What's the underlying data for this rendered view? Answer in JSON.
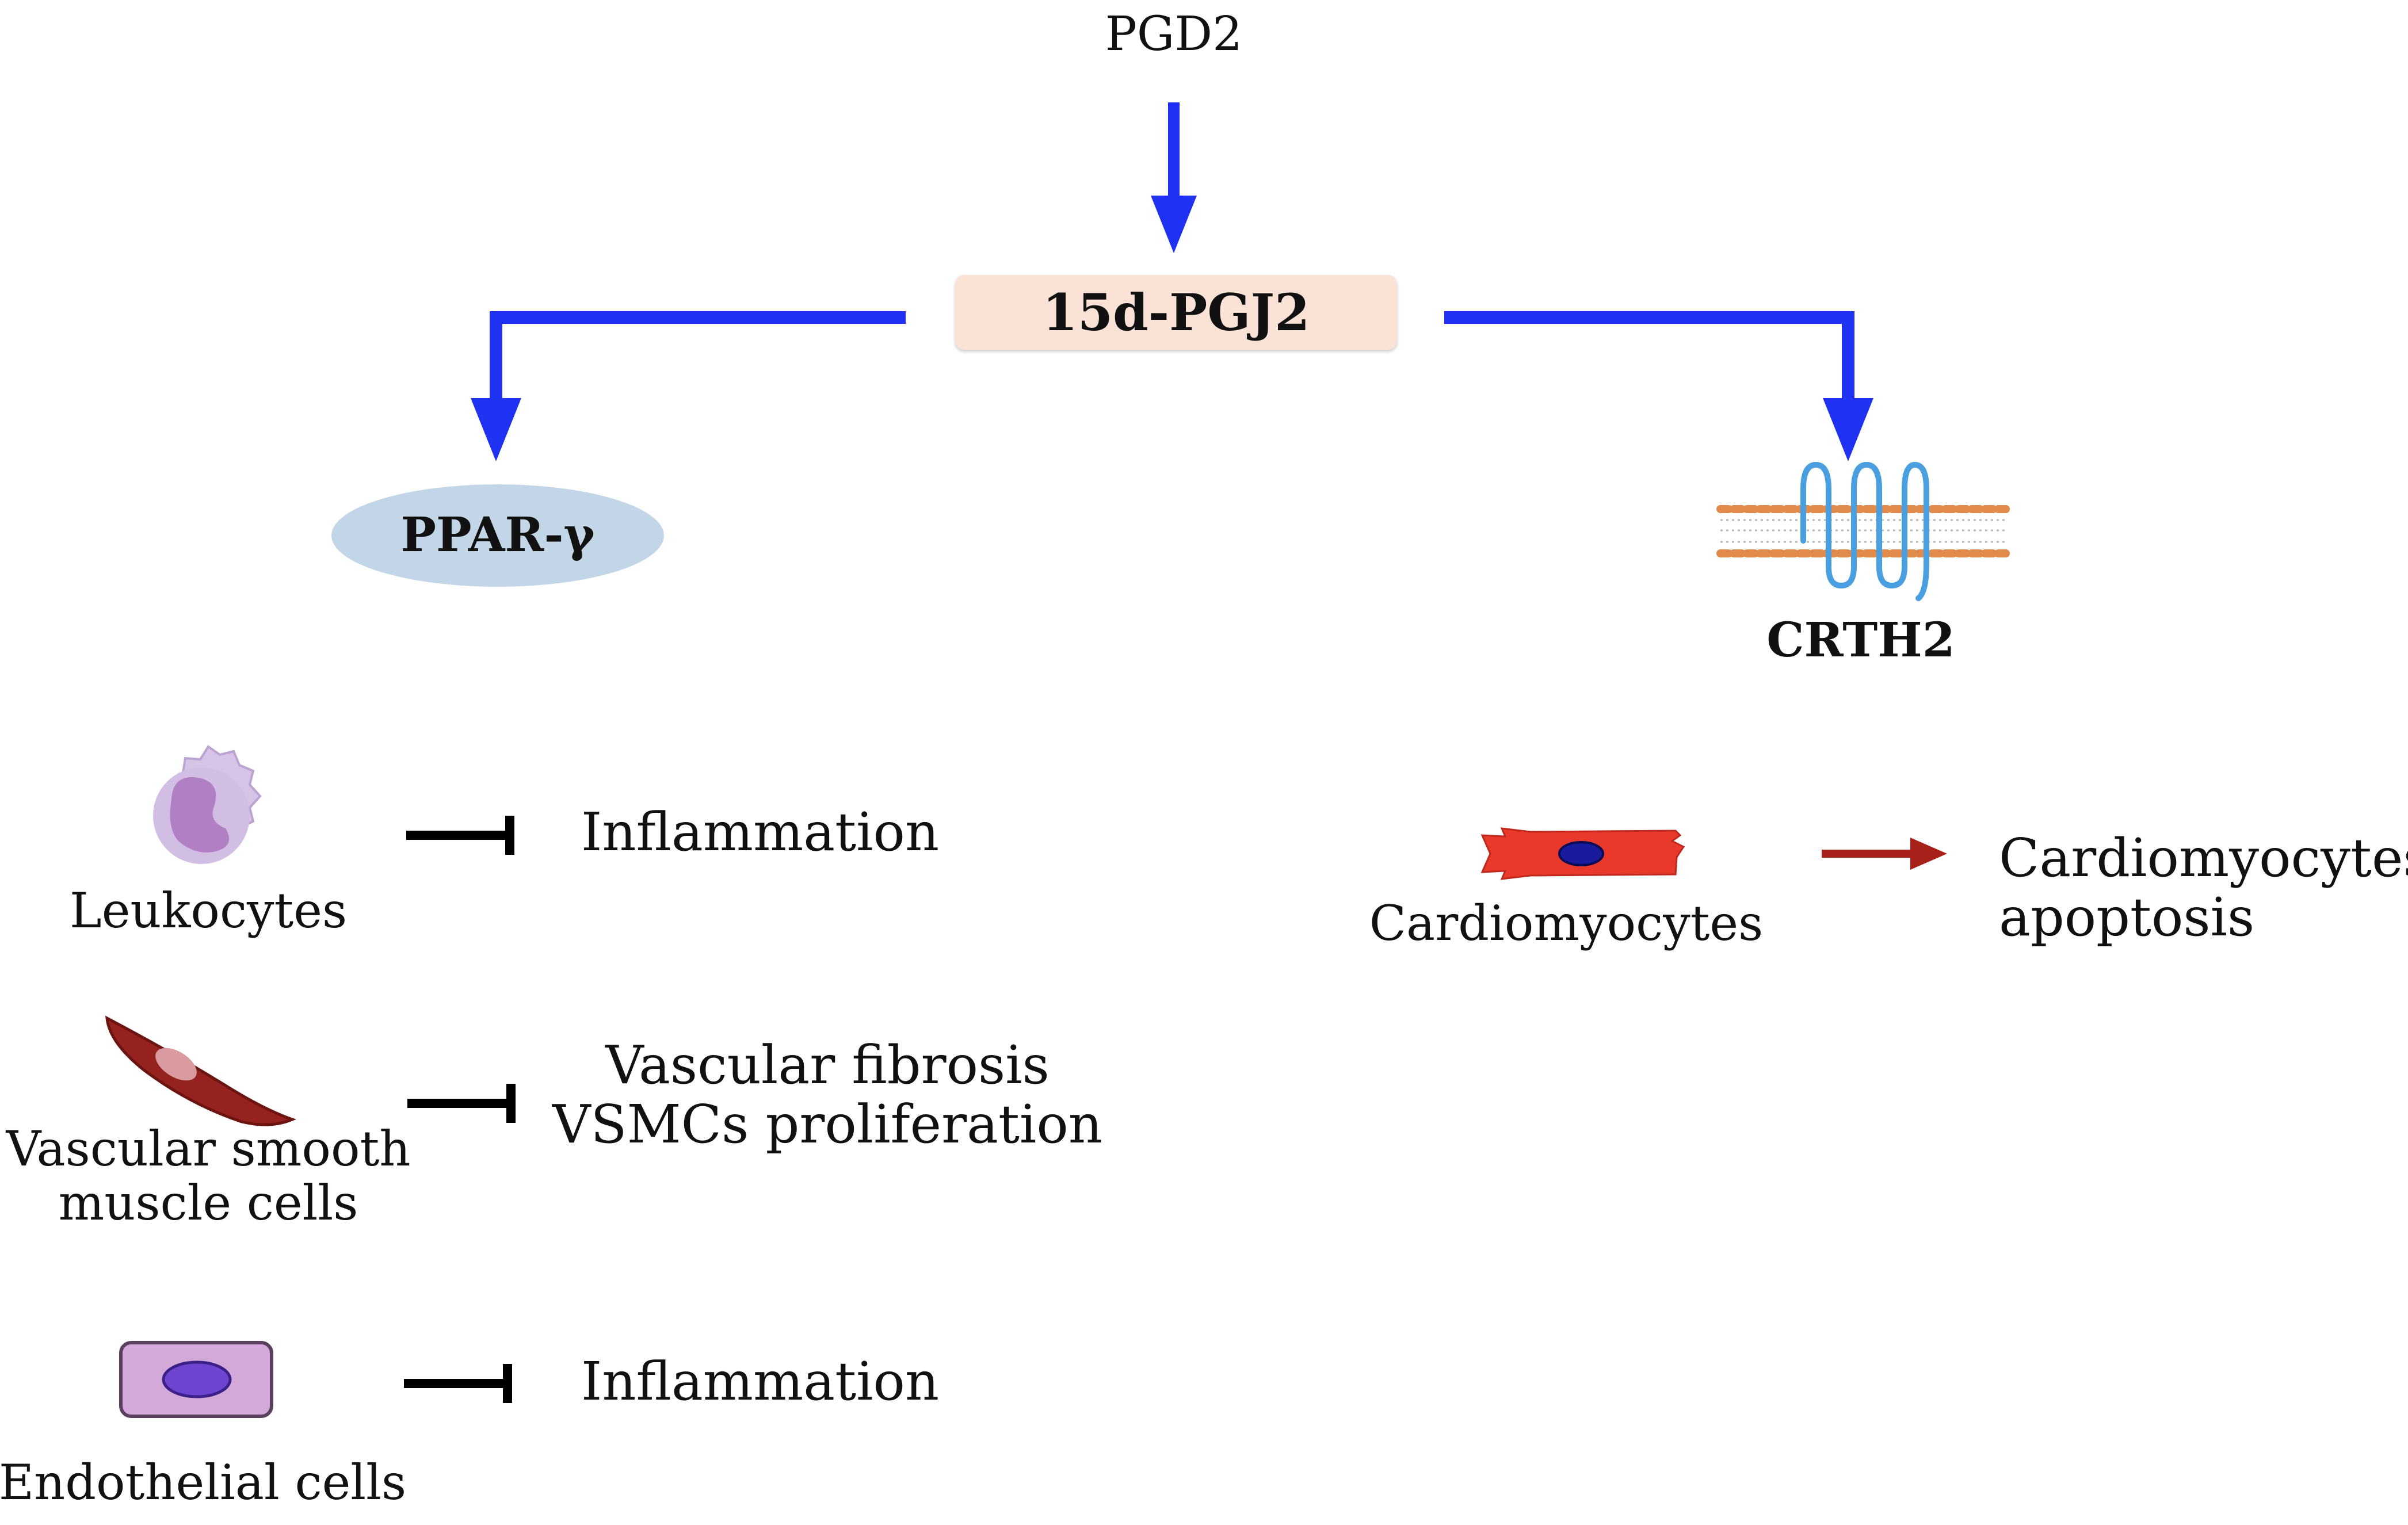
{
  "top": {
    "precursor": "PGD2",
    "metabolite": "15d-PGJ2"
  },
  "receptors": {
    "left": "PPAR-γ",
    "right": "CRTH2"
  },
  "left_cells": [
    {
      "cell": "Leukocytes",
      "effect": "Inflammation",
      "relation": "inhibits"
    },
    {
      "cell_lines": [
        "Vascular smooth",
        "muscle cells"
      ],
      "effect_lines": [
        "Vascular fibrosis",
        "VSMCs proliferation"
      ],
      "relation": "inhibits"
    },
    {
      "cell": "Endothelial cells",
      "effect": "Inflammation",
      "relation": "inhibits"
    }
  ],
  "right_cells": [
    {
      "cell": "Cardiomyocytes",
      "effect_lines": [
        "Cardiomyocytes",
        "apoptosis"
      ],
      "relation": "promotes"
    }
  ],
  "colors": {
    "pathway_arrow": "#1f32f2",
    "inhibition": "#000000",
    "activation_arrow": "#a8201a",
    "metabolite_box": "#fae3d6",
    "ppar_ellipse": "#c2d6e8",
    "membrane": "#e08a4c",
    "receptor_helix": "#4a9fe0"
  }
}
